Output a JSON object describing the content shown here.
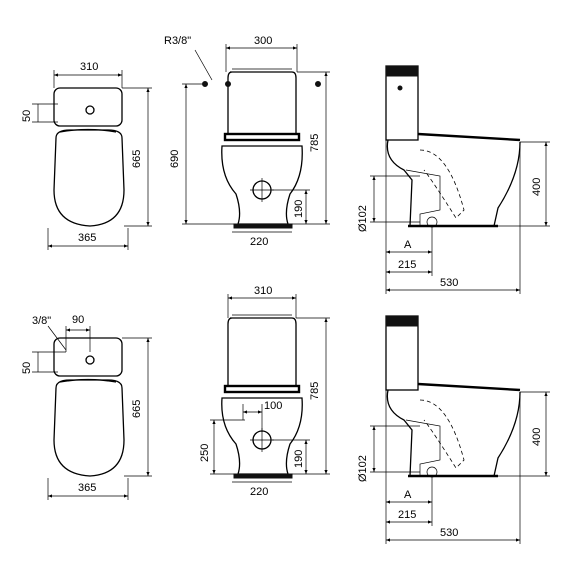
{
  "top_row": {
    "top_view": {
      "width": "310",
      "depth": "665",
      "tank_offset": "50",
      "base_width": "365"
    },
    "front_view": {
      "inlet": "R3/8\"",
      "tank_width": "300",
      "inlet_height": "690",
      "total_height": "785",
      "outlet_height": "190",
      "base_width": "220"
    },
    "side_view": {
      "pipe_dia": "Ø102",
      "seat_height": "400",
      "a_label": "A",
      "outlet_dist": "215",
      "total_depth": "530"
    }
  },
  "bottom_row": {
    "top_view": {
      "inlet": "3/8\"",
      "inlet_offset": "90",
      "tank_offset": "50",
      "depth": "665",
      "base_width": "365"
    },
    "front_view": {
      "tank_width": "310",
      "total_height": "785",
      "inlet_offset": "100",
      "inlet_height": "250",
      "outlet_height": "190",
      "base_width": "220"
    },
    "side_view": {
      "pipe_dia": "Ø102",
      "seat_height": "400",
      "a_label": "A",
      "outlet_dist": "215",
      "total_depth": "530"
    }
  }
}
